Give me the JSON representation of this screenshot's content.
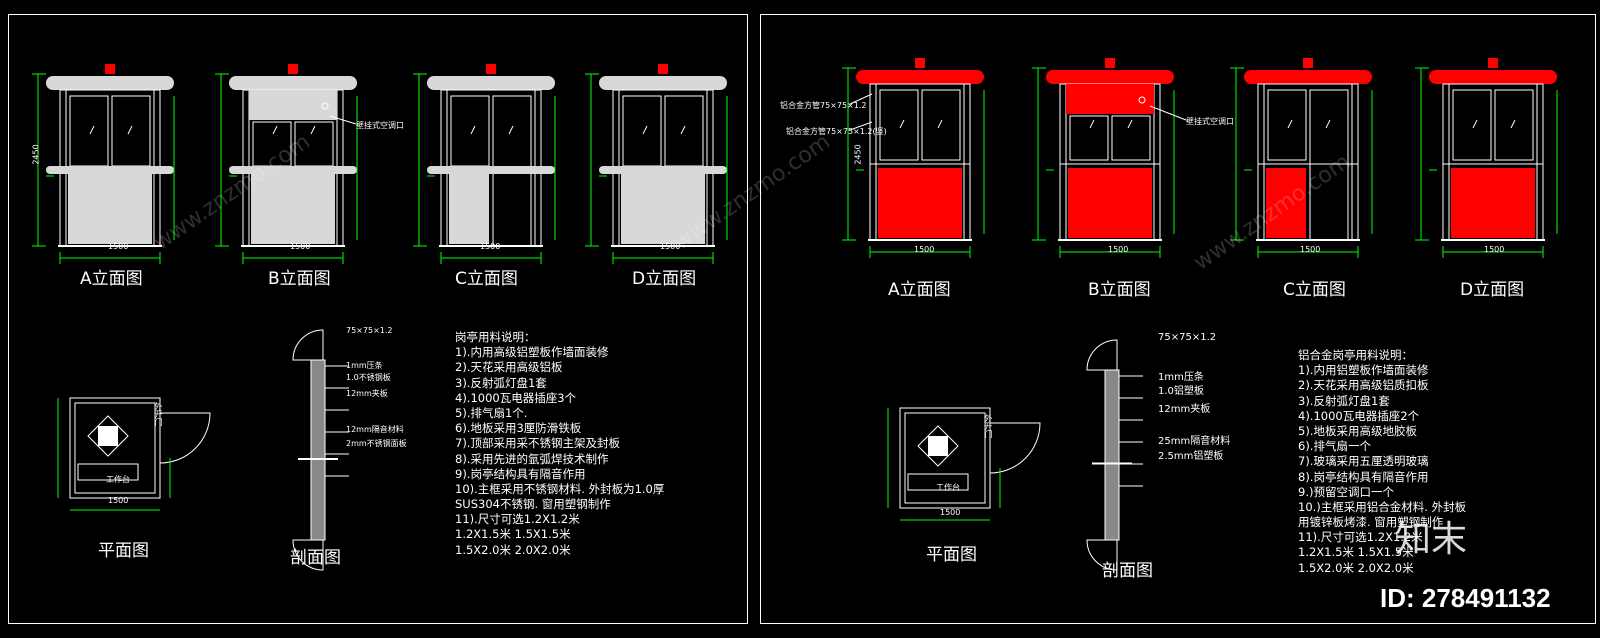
{
  "left": {
    "elevations": [
      {
        "label": "A立面图",
        "width_dim": "1500"
      },
      {
        "label": "B立面图",
        "width_dim": "1500"
      },
      {
        "label": "C立面图",
        "width_dim": "1500"
      },
      {
        "label": "D立面图",
        "width_dim": "1500"
      }
    ],
    "b_callout": "壁挂式空调口",
    "height_dim": "2450",
    "plan_label": "平面图",
    "plan_desk": "工作台",
    "plan_door": "外开门",
    "plan_dim": "1500",
    "section_label": "剖面图",
    "section_notes": [
      "75×75×1.2",
      "1mm压条",
      "1.0不锈钢板",
      "12mm夹板",
      "12mm隔音材料",
      "2mm不锈钢面板"
    ],
    "notes_title": "岗亭用料说明：",
    "notes": [
      "1).内用高级铝塑板作墙面装修",
      "2).天花采用高级铝板",
      "3).反射弧灯盘1套",
      "4).1000瓦电器插座3个",
      "5).排气扇1个.",
      "6).地板采用3厘防滑铁板",
      "7).顶部采用采不锈钢主架及封板",
      "8).采用先进的氩弧焊技术制作",
      "9).岗亭结构具有隔音作用",
      "10).主框采用不锈钢材料. 外封板为1.0厚",
      "    SUS304不锈钢. 窗用塑钢制作",
      "11).尺寸可选1.2X1.2米",
      "    1.2X1.5米   1.5X1.5米",
      "    1.5X2.0米   2.0X2.0米"
    ]
  },
  "right": {
    "elevations": [
      {
        "label": "A立面图",
        "width_dim": "1500"
      },
      {
        "label": "B立面图",
        "width_dim": "1500"
      },
      {
        "label": "C立面图",
        "width_dim": "1500"
      },
      {
        "label": "D立面图",
        "width_dim": "1500"
      }
    ],
    "a_callouts": [
      "铝合金方管75×75×1.2",
      "铝合金方管75×75×1.2(竖)"
    ],
    "b_callout": "壁挂式空调口",
    "height_dim": "2450",
    "plan_label": "平面图",
    "plan_desk": "工作台",
    "plan_door": "外开门",
    "plan_dim": "1500",
    "section_label": "剖面图",
    "section_notes": [
      "75×75×1.2",
      "1mm压条",
      "1.0铝塑板",
      "12mm夹板",
      "25mm隔音材料",
      "2.5mm铝塑板"
    ],
    "notes_title": "铝合金岗亭用料说明：",
    "notes": [
      "1).内用铝塑板作墙面装修",
      "2).天花采用高级铝质扣板",
      "3).反射弧灯盘1套",
      "4).1000瓦电器插座2个",
      "5).地板采用高级地胶板",
      "6).排气扇一个",
      "7).玻璃采用五厘透明玻璃",
      "8).岗亭结构具有隔音作用",
      "9.)预留空调口一个",
      "10.)主框采用铝合金材料. 外封板",
      "    用镀锌板烤漆. 窗用塑钢制作",
      "11).尺寸可选1.2X1.2米",
      "    1.2X1.5米   1.5X1.5米",
      "    1.5X2.0米   2.0X2.0米"
    ]
  },
  "watermark": "www.znzmo.com",
  "brand": "知末",
  "id_text": "ID: 278491132",
  "colors": {
    "red": "#ff0000",
    "green": "#00ff00",
    "line": "#ffffff",
    "panel_gray": "#d8d8d8"
  }
}
